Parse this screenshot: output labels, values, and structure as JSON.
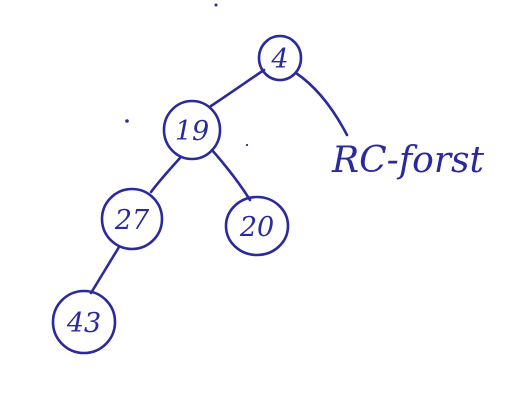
{
  "diagram": {
    "ink_color": "#2a2a9c",
    "background": "#ffffff",
    "nodes": [
      {
        "id": "n4",
        "label": "4"
      },
      {
        "id": "n19",
        "label": "19"
      },
      {
        "id": "n27",
        "label": "27"
      },
      {
        "id": "n20",
        "label": "20"
      },
      {
        "id": "n43",
        "label": "43"
      }
    ],
    "edges": [
      {
        "from": "n4",
        "to": "n19"
      },
      {
        "from": "n19",
        "to": "n27"
      },
      {
        "from": "n19",
        "to": "n20"
      },
      {
        "from": "n27",
        "to": "n43"
      },
      {
        "from": "n4",
        "to": "rc-forest"
      }
    ],
    "annotation": {
      "id": "rc-forest",
      "text": "RC-forst"
    }
  }
}
